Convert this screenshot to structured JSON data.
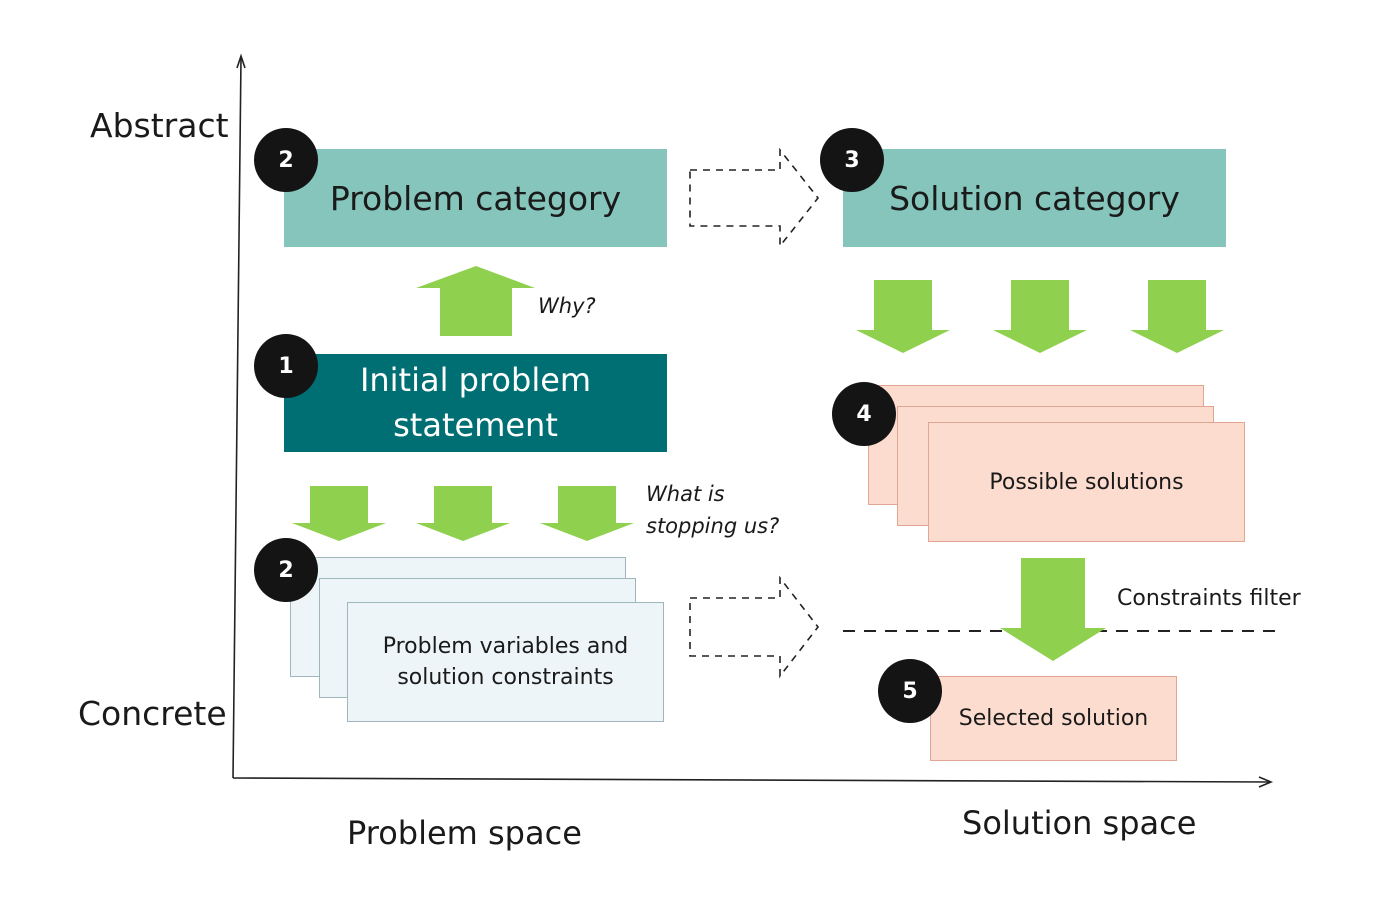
{
  "axes": {
    "y_top": "Abstract",
    "y_bottom": "Concrete",
    "x_left": "Problem space",
    "x_right": "Solution space"
  },
  "problem_category": {
    "number": "2",
    "label": "Problem category"
  },
  "solution_category": {
    "number": "3",
    "label": "Solution category"
  },
  "initial_problem": {
    "number": "1",
    "line1": "Initial problem",
    "line2": "statement"
  },
  "problem_variables": {
    "number": "2",
    "line1": "Problem variables and",
    "line2": "solution constraints"
  },
  "possible_solutions": {
    "number": "4",
    "label": "Possible solutions"
  },
  "selected_solution": {
    "number": "5",
    "label": "Selected solution"
  },
  "notes": {
    "why": "Why?",
    "stopping_line1": "What is",
    "stopping_line2": "stopping us?",
    "constraints_filter": "Constraints filter"
  },
  "colors": {
    "teal": "#85c5bb",
    "dark_teal": "#006f74",
    "arrow_green": "#8fd14f",
    "pale_blue": "#eef5f8",
    "peach": "#fddcd0",
    "badge": "#141414"
  }
}
